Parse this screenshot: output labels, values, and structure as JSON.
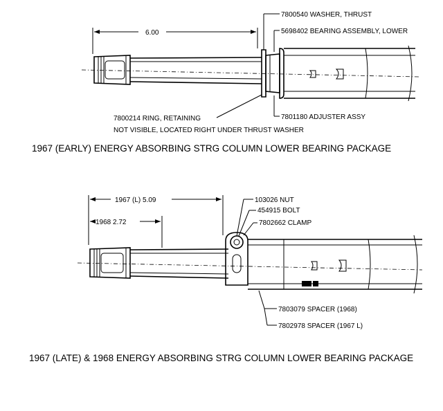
{
  "diagram1": {
    "dim": "6.00",
    "labels": {
      "washer": "7800540 WASHER, THRUST",
      "bearing": "5698402 BEARING ASSEMBLY, LOWER",
      "adjuster": "7801180 ADJUSTER ASSY",
      "ring_line1": "7800214 RING, RETAINING",
      "ring_line2": "NOT VISIBLE, LOCATED RIGHT UNDER THRUST WASHER"
    },
    "caption": "1967 (EARLY) ENERGY ABSORBING STRG COLUMN LOWER BEARING PACKAGE"
  },
  "diagram2": {
    "dim_long": "1967 (L) 5.09",
    "dim_short": "1968  2.72",
    "labels": {
      "nut": "103026 NUT",
      "bolt": "454915 BOLT",
      "clamp": "7802662 CLAMP",
      "spacer_1968": "7803079 SPACER (1968)",
      "spacer_1967": "7802978 SPACER (1967 L)"
    },
    "caption": "1967 (LATE) & 1968 ENERGY ABSORBING STRG COLUMN LOWER BEARING PACKAGE"
  }
}
